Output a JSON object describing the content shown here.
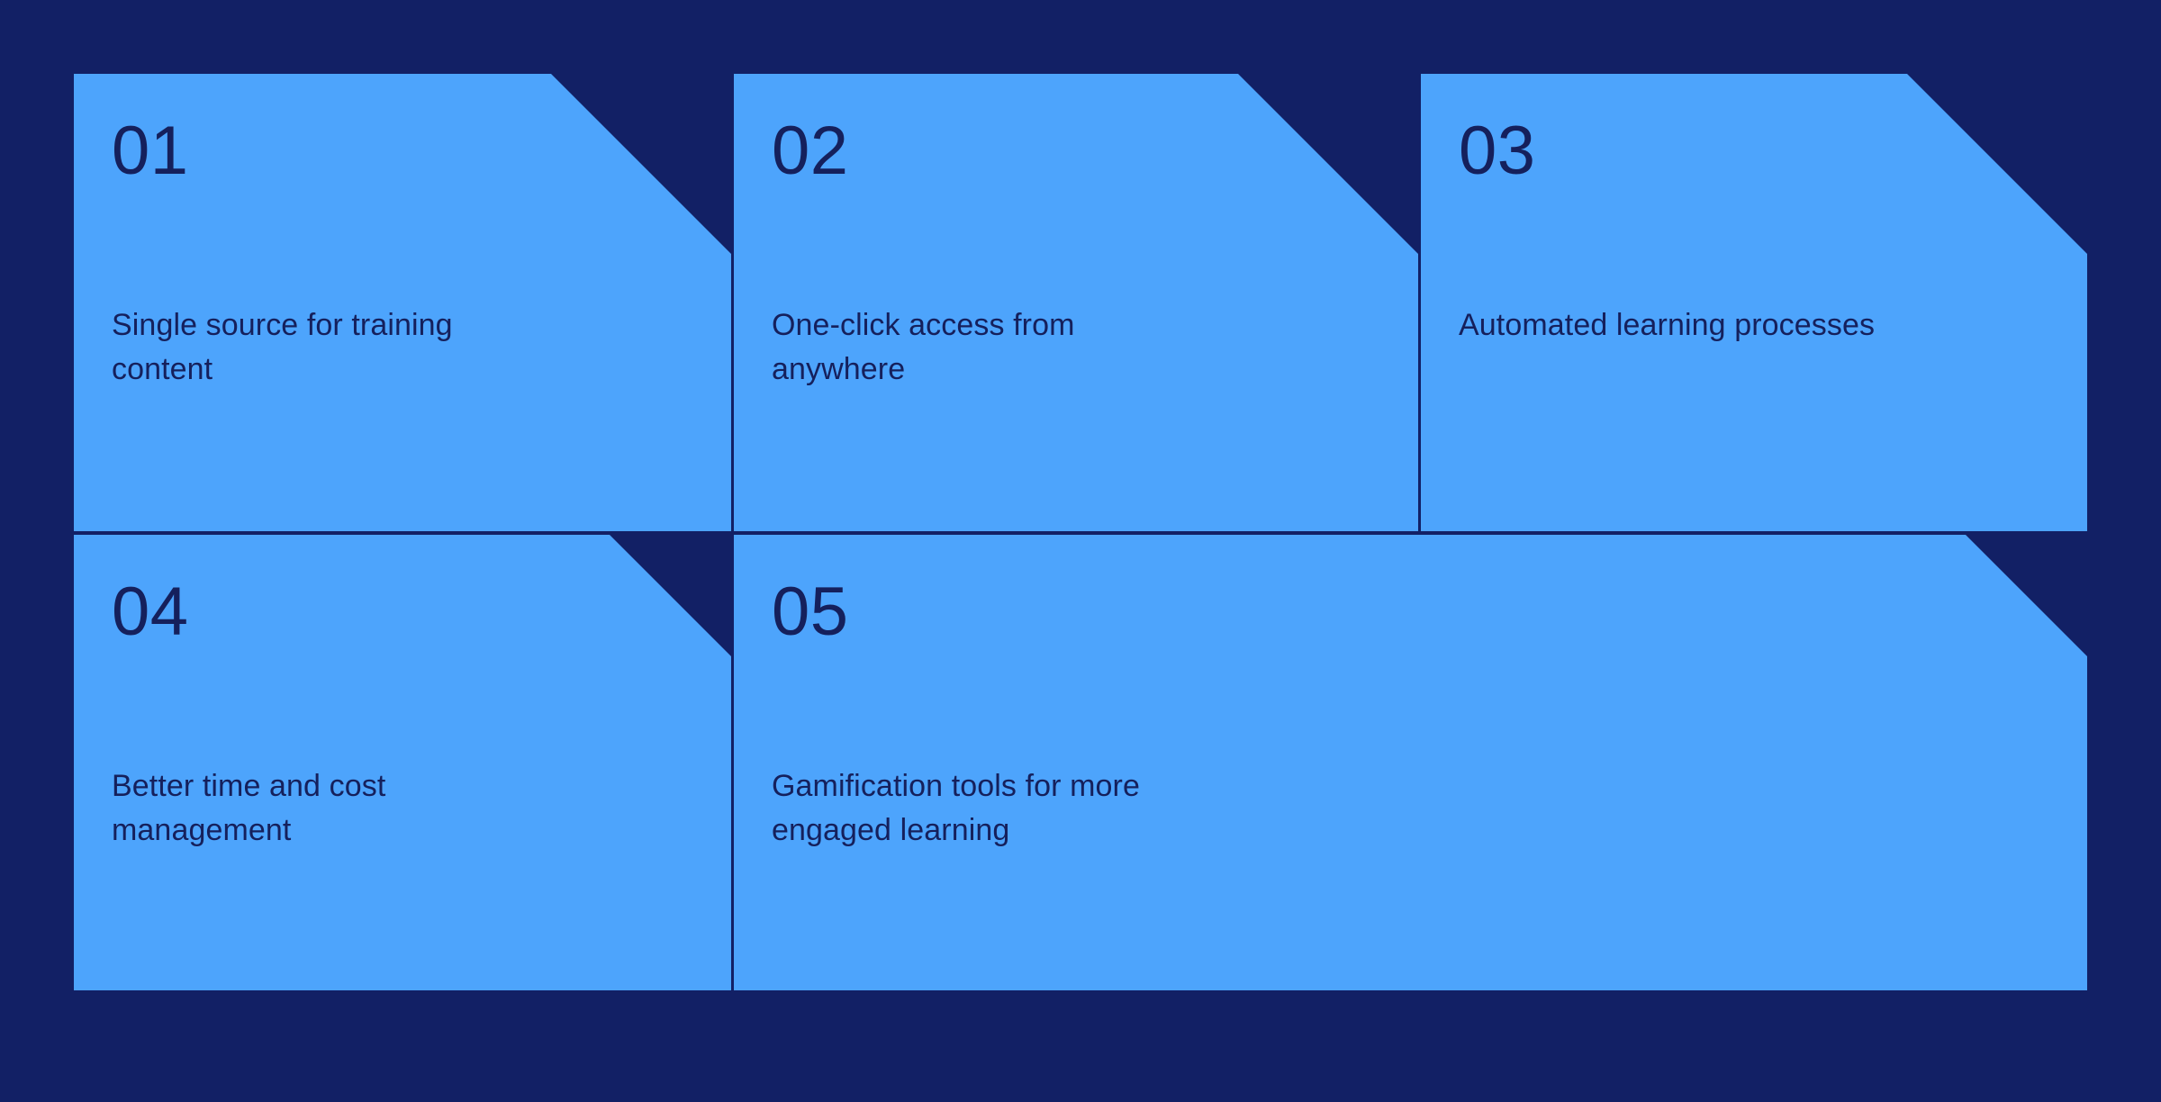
{
  "theme": {
    "background_color": "#122065",
    "card_color": "#4da4fc",
    "text_color": "#15205c",
    "divider_color": "#122065"
  },
  "cards": [
    {
      "number": "01",
      "text": "Single source for training content"
    },
    {
      "number": "02",
      "text": "One-click access from anywhere"
    },
    {
      "number": "03",
      "text": "Automated learning processes"
    },
    {
      "number": "04",
      "text": "Better time and cost management"
    },
    {
      "number": "05",
      "text": "Gamification tools for more engaged learning"
    }
  ]
}
